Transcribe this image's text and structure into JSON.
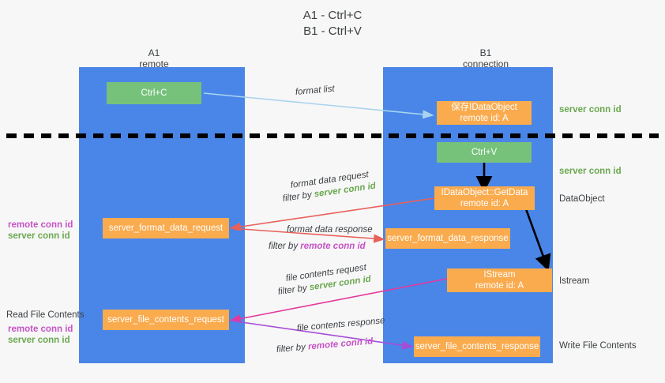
{
  "title": {
    "line1": "A1 - Ctrl+C",
    "line2": "B1 - Ctrl+V"
  },
  "lanes": [
    {
      "id": "a1",
      "name": "A1",
      "sub": "remote",
      "color": "#4a86e8"
    },
    {
      "id": "b1",
      "name": "B1",
      "sub": "connection",
      "color": "#4a86e8"
    }
  ],
  "boxes": {
    "ctrl_c": {
      "line1": "Ctrl+C",
      "color": "#76c27b"
    },
    "save_dataobject": {
      "line1": "保存IDataObject",
      "line2": "remote id: A",
      "color": "#f9ab4e"
    },
    "ctrl_v": {
      "line1": "Ctrl+V",
      "color": "#76c27b"
    },
    "getdata": {
      "line1": "IDataObject::GetData",
      "line2": "remote id: A",
      "color": "#f9ab4e"
    },
    "istream": {
      "line1": "IStream",
      "line2": "remote id: A",
      "color": "#f9ab4e"
    },
    "server_format_data_request": {
      "line1": "server_format_data_request",
      "color": "#f9ab4e"
    },
    "server_format_data_response": {
      "line1": "server_format_data_response",
      "color": "#f9ab4e"
    },
    "server_file_contents_request": {
      "line1": "server_file_contents_request",
      "color": "#f9ab4e"
    },
    "server_file_contents_response": {
      "line1": "server_file_contents_response",
      "color": "#f9ab4e"
    }
  },
  "annotations": {
    "format_list": "format list",
    "format_data_request": "format data request",
    "format_data_request_filter_prefix": "filter by ",
    "format_data_request_filter_key": "server conn id",
    "format_data_response": "format data response",
    "format_data_response_filter_prefix": "filter by ",
    "format_data_response_filter_key": "remote conn id",
    "file_contents_request": "file contents request",
    "file_contents_request_filter_prefix": "filter by ",
    "file_contents_request_filter_key": "server conn id",
    "file_contents_response": "file contents response",
    "file_contents_response_filter_prefix": "filter by ",
    "file_contents_response_filter_key": "remote conn id"
  },
  "side_labels": {
    "right_server_conn_id_top": "server conn id",
    "right_server_conn_id_mid": "server conn id",
    "right_dataobject": "DataObject",
    "right_istream": "Istream",
    "right_write_file_contents": "Write File Contents",
    "left_remote_conn_id_1": "remote conn id",
    "left_server_conn_id_1": "server conn id",
    "left_read_file_contents": "Read File Contents",
    "left_remote_conn_id_2": "remote conn id",
    "left_server_conn_id_2": "server conn id"
  },
  "colors": {
    "lane": "#4a86e8",
    "green_box": "#76c27b",
    "orange_box": "#f9ab4e",
    "green_text": "#6aa84f",
    "purple_text": "#c653c6",
    "arrow_blue": "#a8d4ee",
    "arrow_red": "#e8605a",
    "arrow_magenta": "#e3399b",
    "arrow_purple": "#a64dd6",
    "arrow_black": "#000000",
    "divider": "#000000",
    "background": "#f7f7f7"
  }
}
